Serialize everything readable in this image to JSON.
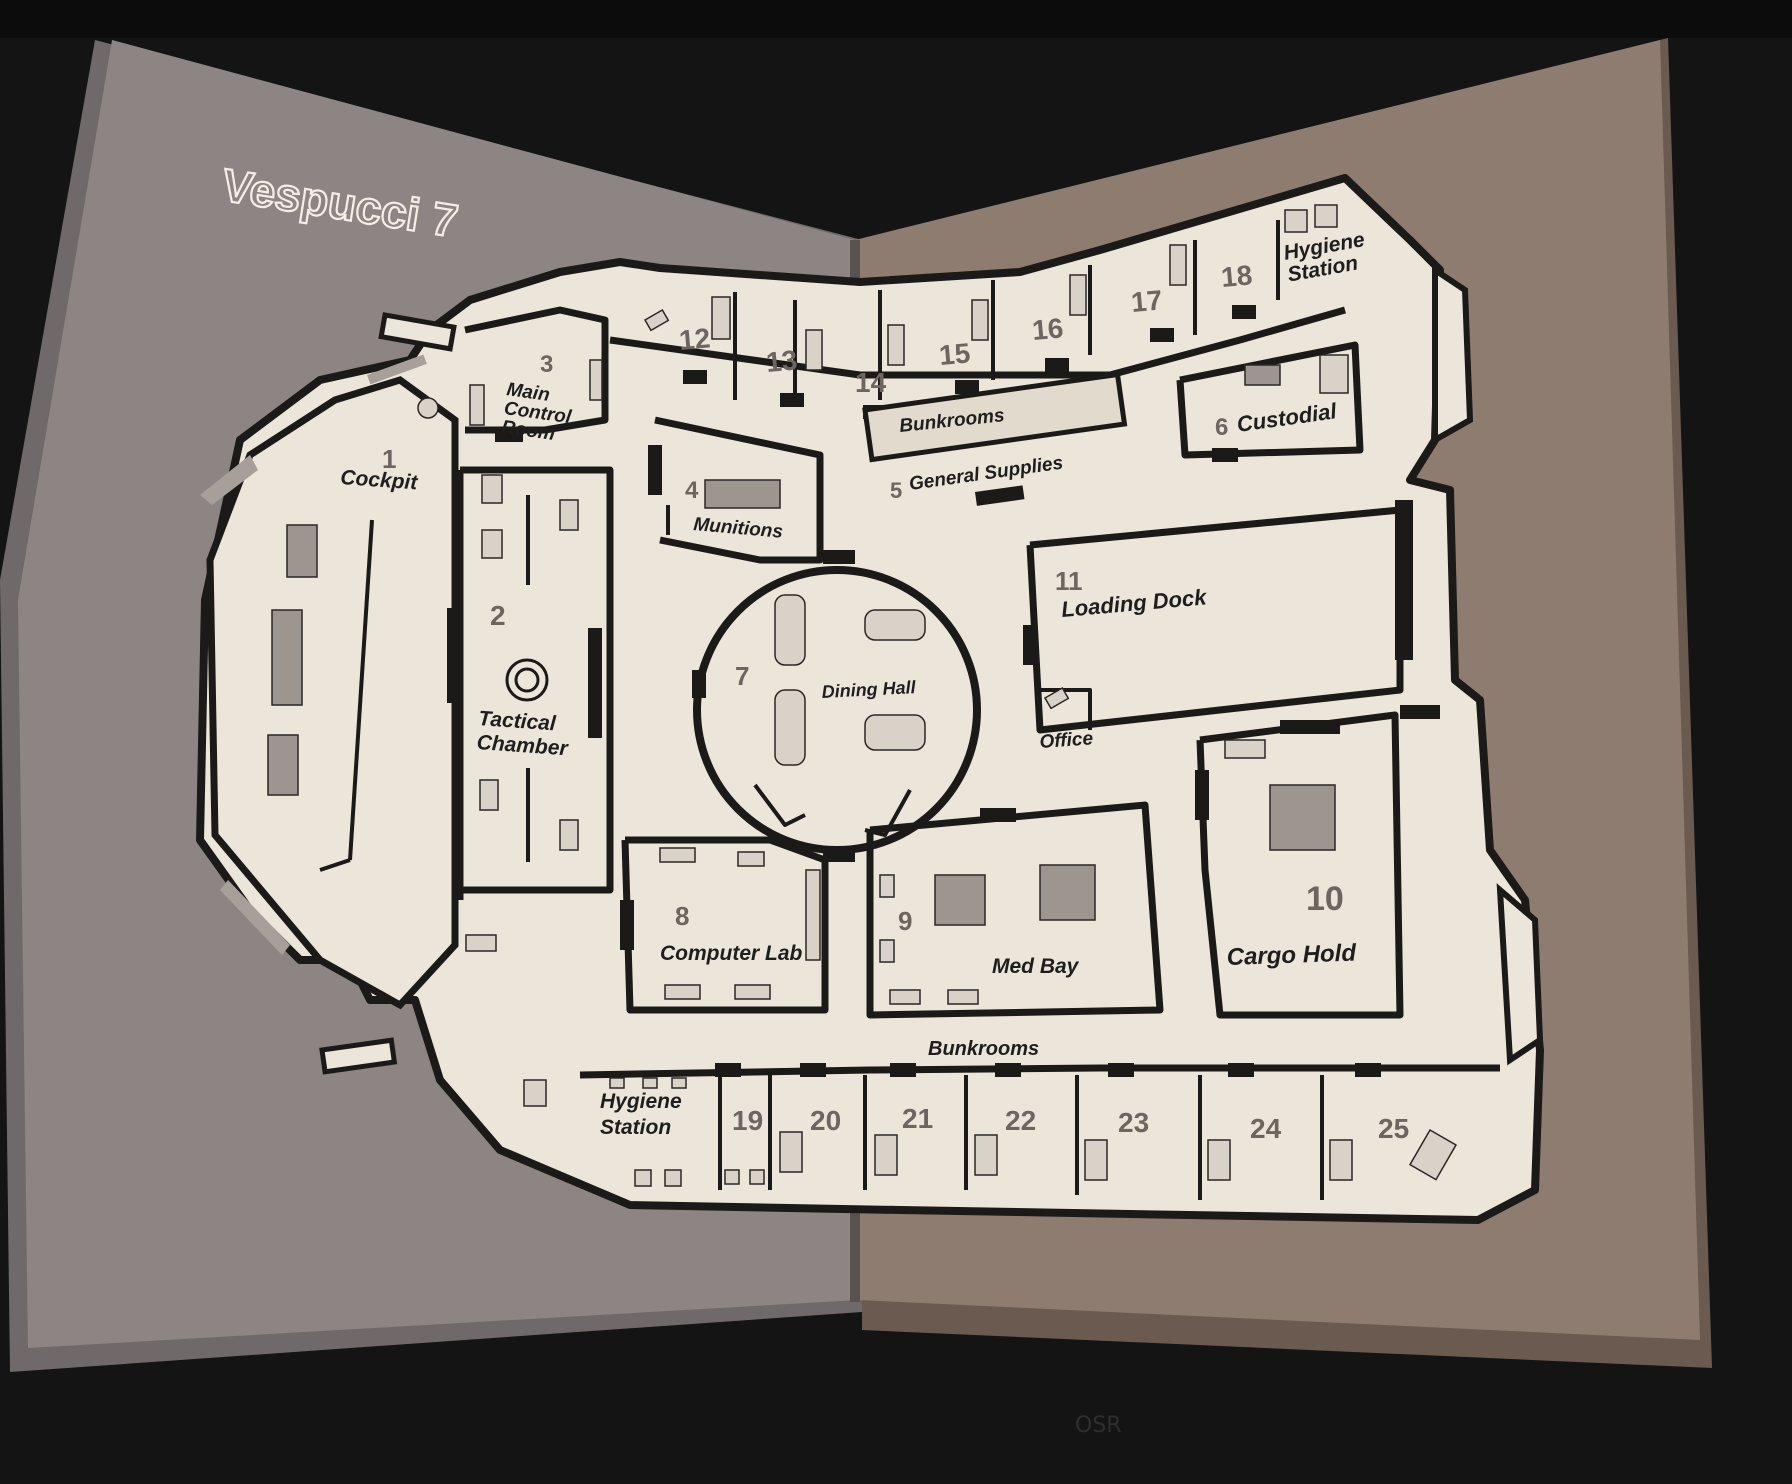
{
  "map": {
    "title": "Vespucci 7",
    "rooms": [
      {
        "num": "1",
        "name": "Cockpit"
      },
      {
        "num": "2",
        "name": "Tactical Chamber"
      },
      {
        "num": "3",
        "name": "Main Control Room"
      },
      {
        "num": "4",
        "name": "Munitions"
      },
      {
        "num": "5",
        "name": "General Supplies"
      },
      {
        "num": "6",
        "name": "Custodial"
      },
      {
        "num": "7",
        "name": "Dining Hall"
      },
      {
        "num": "8",
        "name": "Computer Lab"
      },
      {
        "num": "9",
        "name": "Med Bay"
      },
      {
        "num": "10",
        "name": "Cargo Hold"
      },
      {
        "num": "11",
        "name": "Loading Dock"
      }
    ],
    "other_labels": {
      "bunkrooms_top": "Bunkrooms",
      "bunkrooms_bottom": "Bunkrooms",
      "hygiene_top": "Hygiene Station",
      "hygiene_bottom": "Hygiene Station",
      "office": "Office"
    },
    "bunk_numbers_top": [
      "12",
      "13",
      "14",
      "15",
      "16",
      "17",
      "18"
    ],
    "bunk_numbers_bottom": [
      "19",
      "20",
      "21",
      "22",
      "23",
      "24",
      "25"
    ]
  },
  "watermark": "OSR",
  "colors": {
    "background": "#111111",
    "left_page": "#8d8584",
    "right_page": "#8f7c70",
    "map_floor": "#ece5da",
    "walls": "#1c1a19"
  }
}
